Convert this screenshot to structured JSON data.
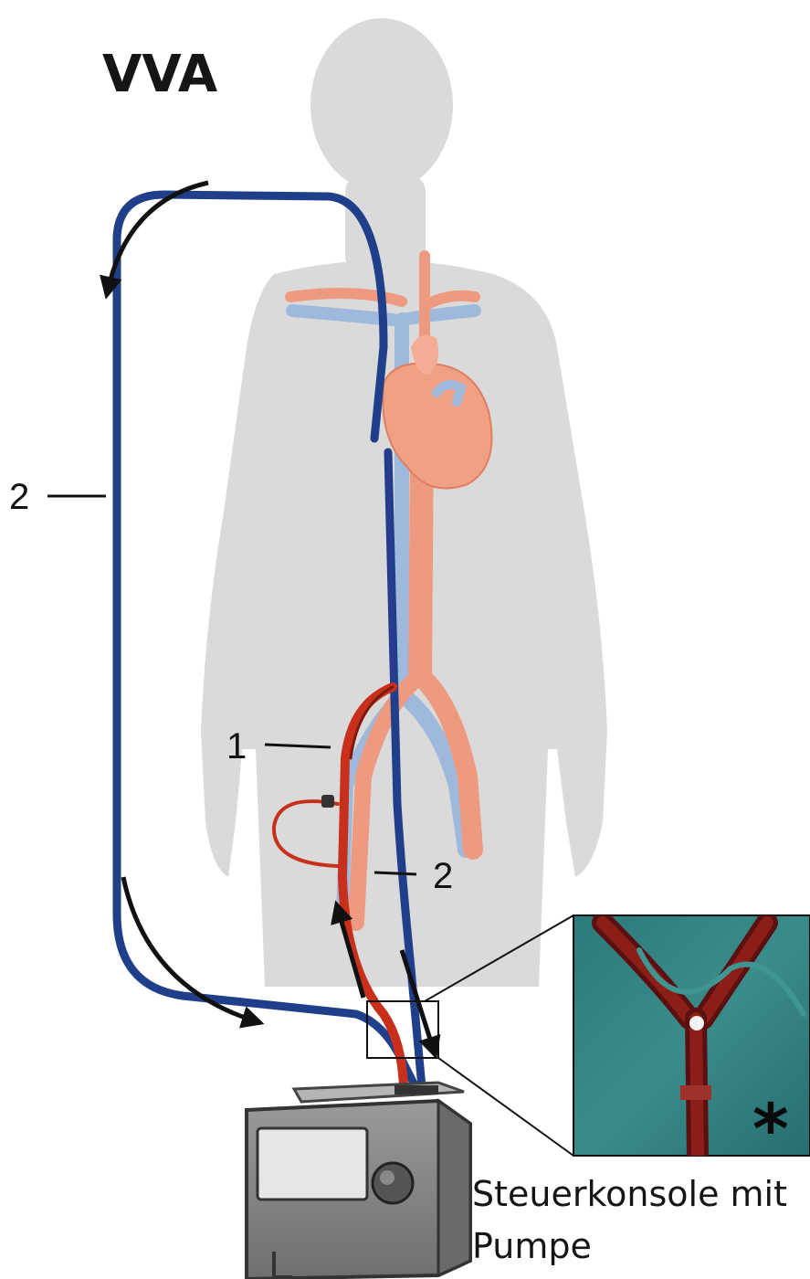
{
  "title": "VVA",
  "labels": {
    "label_2_left": "2",
    "label_1": "1",
    "label_2_right": "2",
    "console_line1": "Steuerkonsole mit",
    "console_line2": "Pumpe",
    "inset_marker": "*"
  },
  "colors": {
    "body_silhouette": "#dadada",
    "venous_cannula": "#1f3f8a",
    "arterial_cannula": "#c9301c",
    "vein": "#9fb9dc",
    "artery": "#ee9a80",
    "heart": "#f0a184",
    "inset_background": "#2f7f7f",
    "console_body": "#8a8a8a"
  },
  "icons": [
    "flow-arrow-icon",
    "pump-console-icon",
    "heart-icon",
    "body-silhouette-icon"
  ]
}
